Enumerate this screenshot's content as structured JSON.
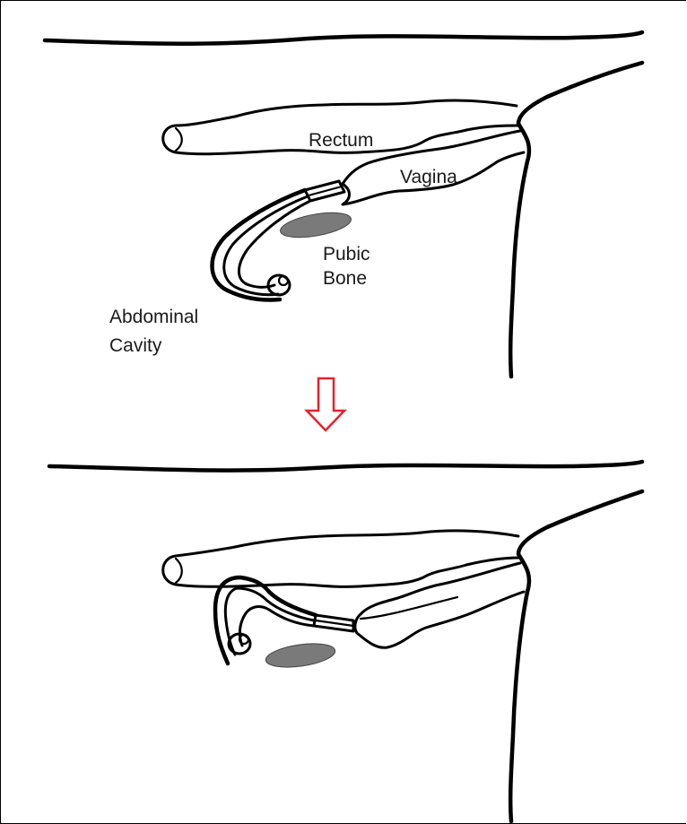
{
  "labels": {
    "rectum": "Rectum",
    "vagina": "Vagina",
    "pubic_line1": "Pubic",
    "pubic_line2": "Bone",
    "abdominal_line1": "Abdominal",
    "abdominal_line2": "Cavity"
  },
  "colors": {
    "outline": "#000000",
    "pubic_bone_fill": "#7a7a7a",
    "arrow": "#e8202a",
    "background": "#ffffff"
  },
  "icons": {
    "transition_arrow": "down-arrow-icon"
  }
}
